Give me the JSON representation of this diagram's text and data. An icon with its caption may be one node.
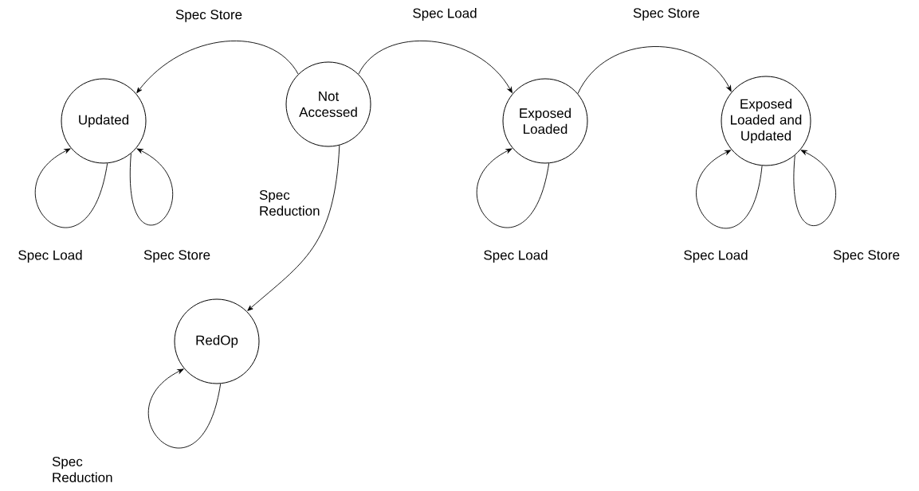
{
  "diagram": {
    "nodes": [
      {
        "text": [
          "Updated"
        ]
      },
      {
        "text": [
          "Not Accessed"
        ]
      },
      {
        "text": [
          "Exposed Loaded"
        ]
      },
      {
        "text": [
          "Exposed Loaded and Updated"
        ]
      },
      {
        "text": [
          "RedOp"
        ]
      }
    ],
    "edges": [
      {
        "from": 1,
        "to": 0,
        "arrow": "to",
        "label": "Spec Store"
      },
      {
        "from": 1,
        "to": 2,
        "arrow": "to",
        "label": "Spec Load"
      },
      {
        "from": 2,
        "to": 3,
        "arrow": "to",
        "label": "Spec Store"
      },
      {
        "from": 1,
        "to": 4,
        "arrow": "to",
        "label": "Spec Reduction"
      },
      {
        "from": 0,
        "to": 0,
        "arrow": "to",
        "label": "Spec Load"
      },
      {
        "from": 0,
        "to": 0,
        "arrow": "to",
        "label": "Spec Store"
      },
      {
        "from": 2,
        "to": 2,
        "arrow": "to",
        "label": "Spec Load"
      },
      {
        "from": 3,
        "to": 3,
        "arrow": "to",
        "label": "Spec Load"
      },
      {
        "from": 3,
        "to": 3,
        "arrow": "to",
        "label": "Spec Store"
      },
      {
        "from": 4,
        "to": 4,
        "arrow": "to",
        "label": "Spec Reduction"
      }
    ]
  }
}
